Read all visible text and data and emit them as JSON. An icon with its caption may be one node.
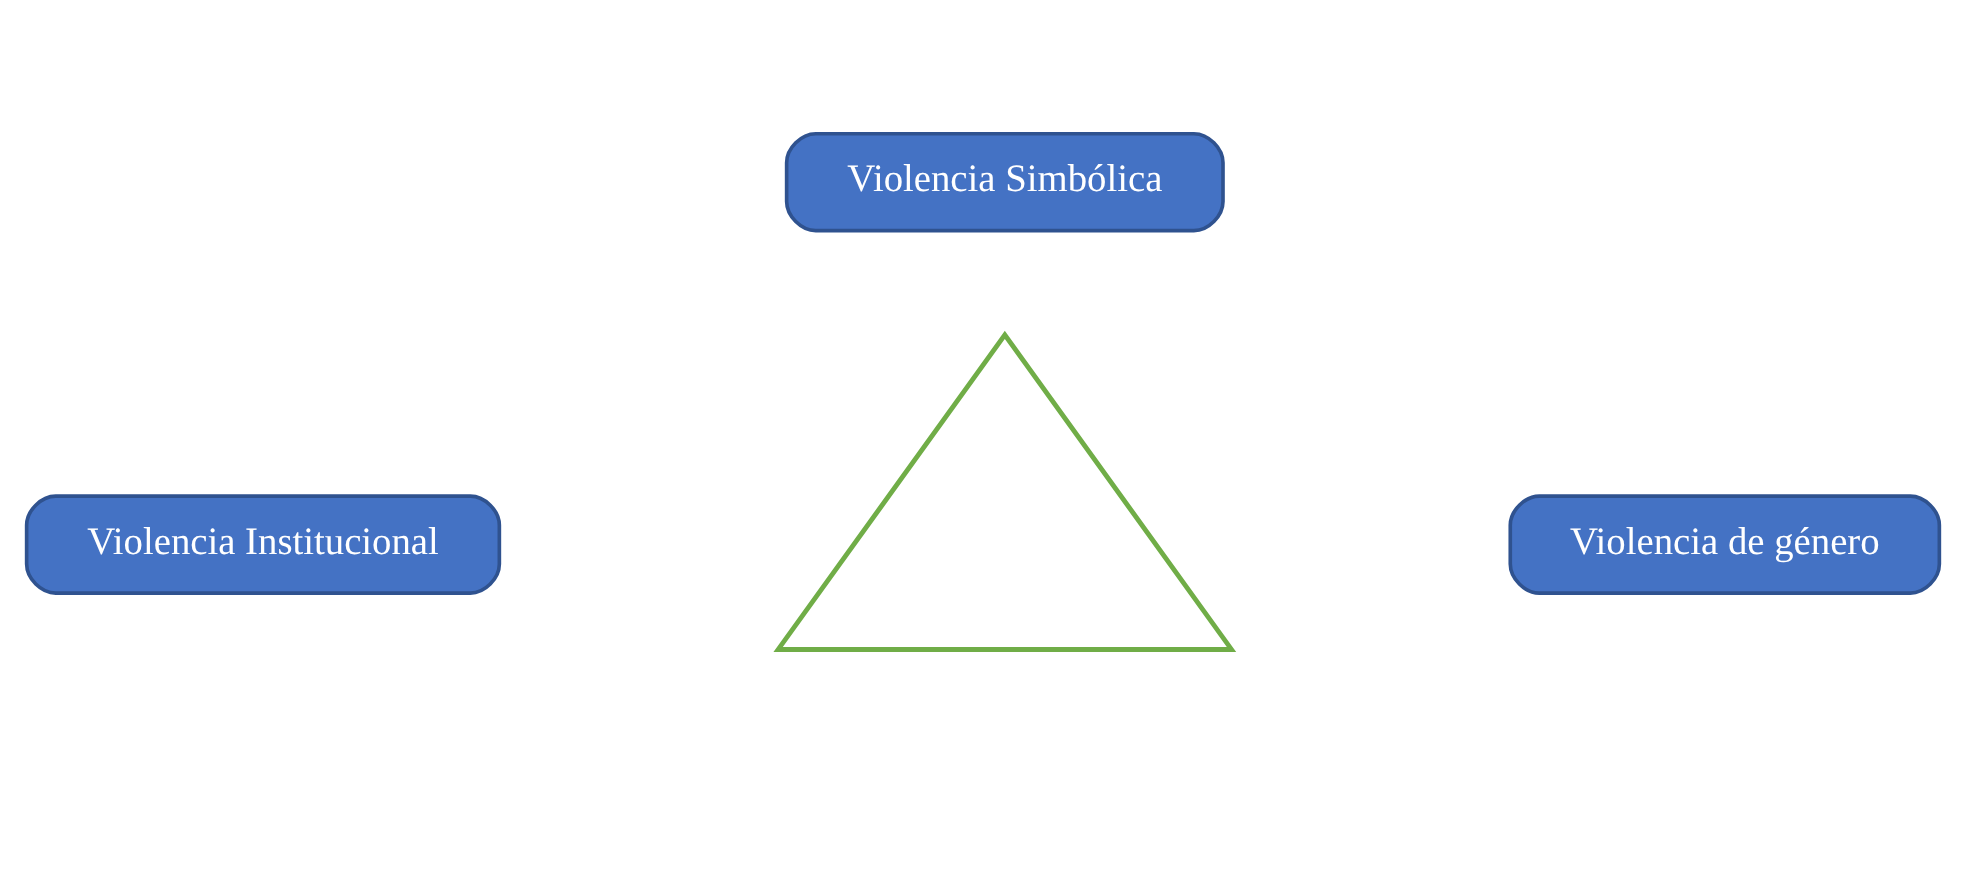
{
  "diagram": {
    "nodes": [
      {
        "text": [
          "Violencia Simbólica"
        ]
      },
      {
        "text": [
          "Violencia Institucional"
        ]
      },
      {
        "text": [
          "Violencia de género"
        ]
      },
      {
        "text": [],
        "shape": "triangle"
      }
    ],
    "edges": []
  }
}
